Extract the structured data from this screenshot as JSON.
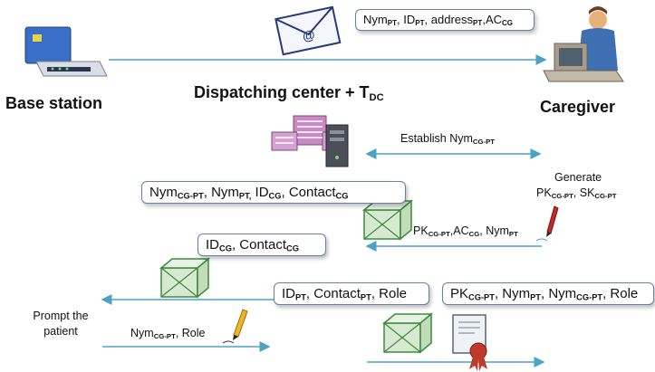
{
  "actors": {
    "base_station": "Base station",
    "dispatching_center": "Dispatching center + T",
    "dispatching_center_sub": "DC",
    "caregiver": "Caregiver"
  },
  "messages": {
    "m1": [
      "Nym",
      "PT",
      ", ID",
      "PT",
      ", address",
      "PT",
      ",AC",
      "CG"
    ],
    "establish": [
      "Establish Nym",
      "CG-PT"
    ],
    "generate": "Generate",
    "generate_keys": [
      "PK",
      "CG-PT",
      ", SK",
      "CG-PT"
    ],
    "m2": [
      "Nym",
      "CG-PT",
      ", Nym",
      "PT,",
      " ID",
      "CG",
      ", Contact",
      "CG"
    ],
    "m3": [
      "PK",
      "CG-PT",
      ",AC",
      "CG",
      ", Nym",
      "PT"
    ],
    "m4": [
      "ID",
      "CG",
      ", Contact",
      "CG"
    ],
    "prompt": "Prompt the patient",
    "m5": [
      "ID",
      "PT",
      ", Contact",
      "PT",
      ", Role"
    ],
    "m6": [
      "PK",
      "CG-PT",
      ", Nym",
      "PT",
      ", Nym",
      "CG-PT",
      ", Role"
    ],
    "m7": [
      "Nym",
      "CG-PT",
      ", Role"
    ]
  },
  "colors": {
    "arrow": "#4aa3c4",
    "box": "#3c8a3c",
    "bubble_border": "#6b7fa3"
  }
}
